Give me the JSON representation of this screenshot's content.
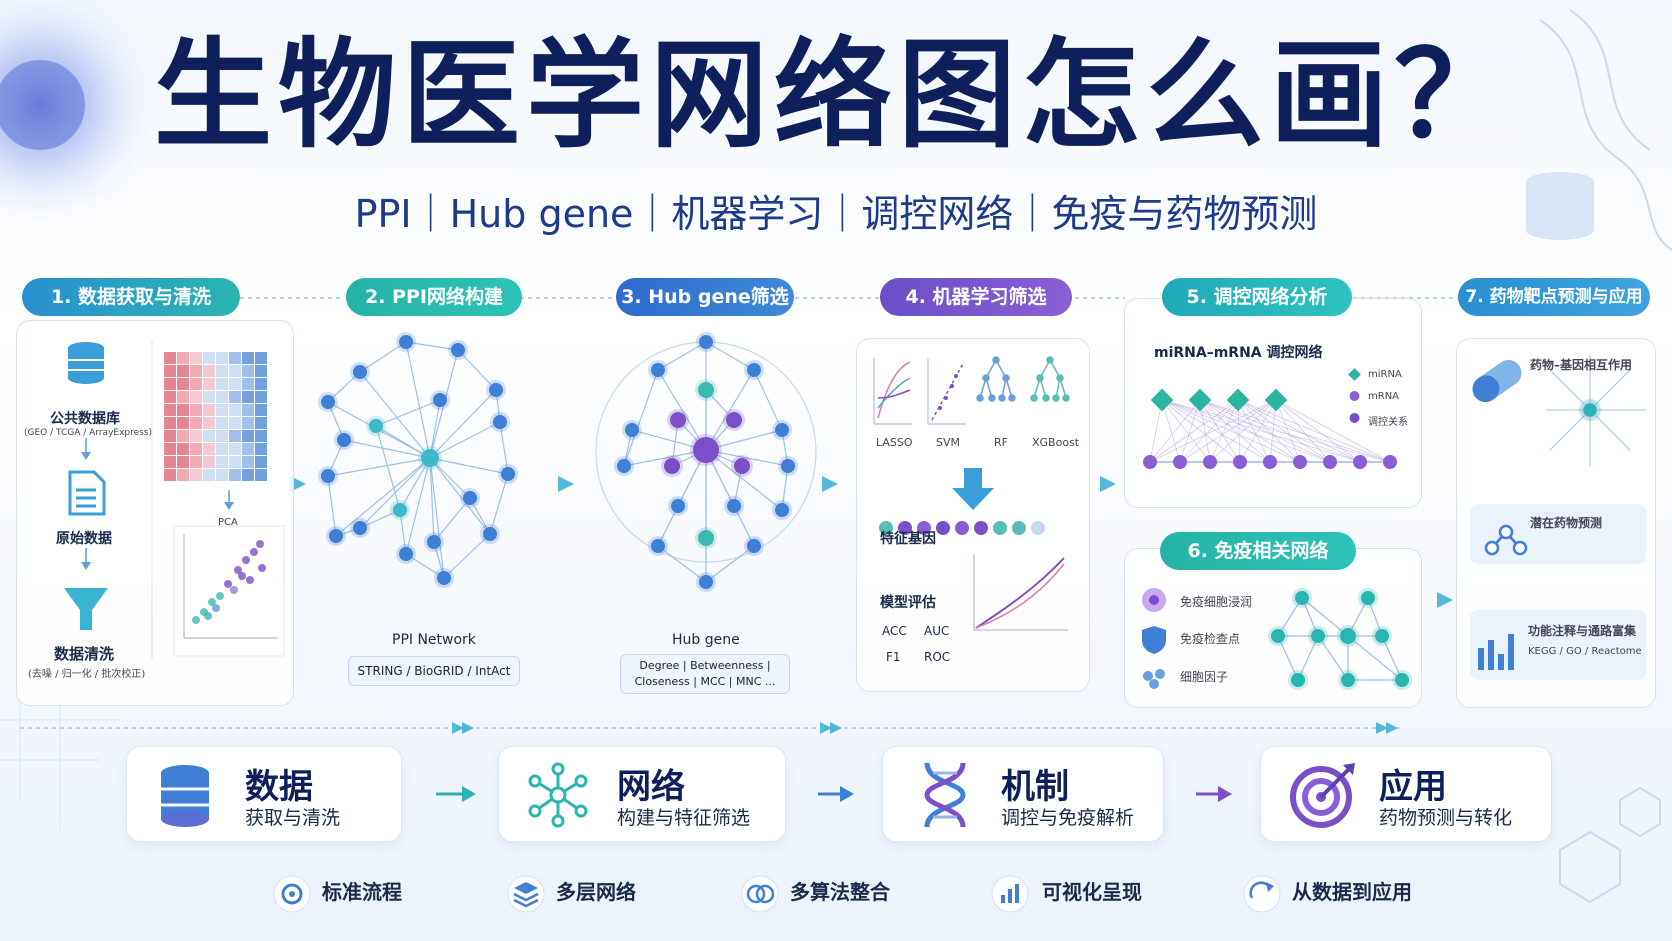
{
  "title": "生物医学网络图怎么画？",
  "subtitle": "PPI｜Hub gene｜机器学习｜调控网络｜免疫与药物预测",
  "colors": {
    "teal": "#2bb5b0",
    "blue": "#3f7fd6",
    "purple": "#7a4fc8",
    "navy": "#0f1f5c",
    "cyan": "#53b8d9"
  },
  "steps": {
    "s1": {
      "label": "1. 数据获取与清洗",
      "db": "公共数据库",
      "db_sub": "(GEO / TCGA / ArrayExpress)",
      "raw": "原始数据",
      "clean": "数据清洗",
      "clean_sub": "(去噪 / 归一化 / 批次校正)",
      "pca": "PCA"
    },
    "s2": {
      "label": "2. PPI网络构建",
      "net": "PPI Network",
      "src": "STRING / BioGRID / IntAct"
    },
    "s3": {
      "label": "3. Hub gene筛选",
      "net": "Hub gene",
      "m1": "Degree | Betweenness |",
      "m2": "Closeness | MCC | MNC ..."
    },
    "s4": {
      "label": "4. 机器学习筛选",
      "algos": [
        "LASSO",
        "SVM",
        "RF",
        "XGBoost"
      ],
      "feat": "特征基因",
      "eval": "模型评估",
      "metrics": [
        "ACC",
        "AUC",
        "F1",
        "ROC"
      ]
    },
    "s5": {
      "label": "5. 调控网络分析",
      "net": "miRNA–mRNA 调控网络",
      "legend": [
        "miRNA",
        "mRNA",
        "调控关系"
      ]
    },
    "s6": {
      "label": "6. 免疫相关网络",
      "items": [
        "免疫细胞浸润",
        "免疫检查点",
        "细胞因子"
      ]
    },
    "s7": {
      "label": "7. 药物靶点预测与应用",
      "items": [
        {
          "t": "药物–基因相互作用",
          "s": ""
        },
        {
          "t": "潜在药物预测",
          "s": ""
        },
        {
          "t": "功能注释与通路富集",
          "s": "KEGG / GO / Reactome"
        }
      ]
    }
  },
  "summary": [
    {
      "title": "数据",
      "sub": "获取与清洗",
      "icon": "database-icon"
    },
    {
      "title": "网络",
      "sub": "构建与特征筛选",
      "icon": "network-icon"
    },
    {
      "title": "机制",
      "sub": "调控与免疫解析",
      "icon": "dna-icon"
    },
    {
      "title": "应用",
      "sub": "药物预测与转化",
      "icon": "target-icon"
    }
  ],
  "features": [
    {
      "label": "标准流程",
      "icon": "gear-icon"
    },
    {
      "label": "多层网络",
      "icon": "layers-icon"
    },
    {
      "label": "多算法整合",
      "icon": "brain-icon"
    },
    {
      "label": "可视化呈现",
      "icon": "chart-icon"
    },
    {
      "label": "从数据到应用",
      "icon": "transfer-icon"
    }
  ]
}
